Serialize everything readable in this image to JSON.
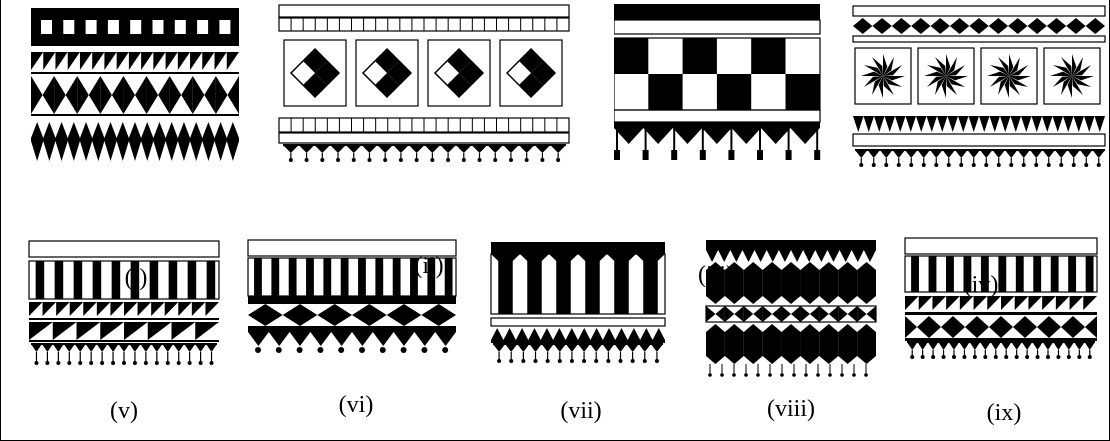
{
  "figure": {
    "panels": [
      {
        "id": "i",
        "label": "(i)"
      },
      {
        "id": "ii",
        "label": "(ii)"
      },
      {
        "id": "iii",
        "label": "(iii)"
      },
      {
        "id": "iv",
        "label": "(iv)"
      },
      {
        "id": "v",
        "label": "(v)"
      },
      {
        "id": "vi",
        "label": "(vi)"
      },
      {
        "id": "vii",
        "label": "(vii)"
      },
      {
        "id": "viii",
        "label": "(viii)"
      },
      {
        "id": "ix",
        "label": "(ix)"
      }
    ],
    "colors": {
      "ink": "#000000",
      "paper": "#ffffff"
    }
  }
}
